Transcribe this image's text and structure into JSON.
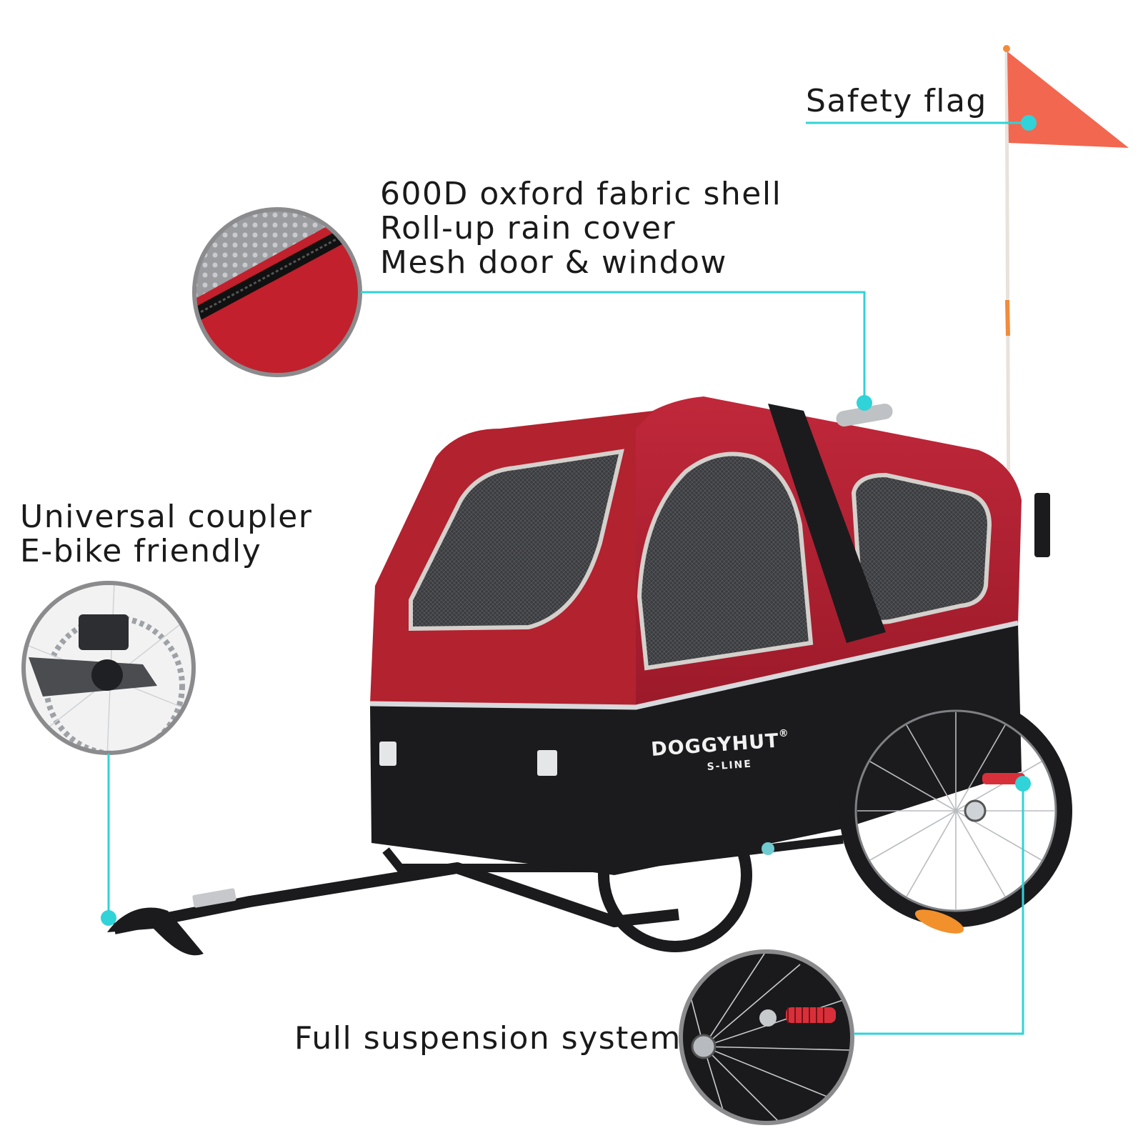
{
  "callouts": {
    "safety_flag": {
      "lines": [
        "Safety flag"
      ]
    },
    "fabric": {
      "lines": [
        "600D oxford fabric shell",
        "Roll-up rain cover",
        "Mesh door & window"
      ]
    },
    "coupler": {
      "lines": [
        "Universal coupler",
        "E-bike friendly"
      ]
    },
    "suspension": {
      "lines": [
        "Full suspension system"
      ]
    }
  },
  "product": {
    "brand": "DOGGYHUT",
    "brand_mark": "®",
    "model": "S-LINE"
  },
  "colors": {
    "accent": "#2fd3d8",
    "body_red": "#a51e2e",
    "body_black": "#1b1b1d",
    "flag": "#f2674f",
    "pole_orange": "#f28b3c"
  }
}
